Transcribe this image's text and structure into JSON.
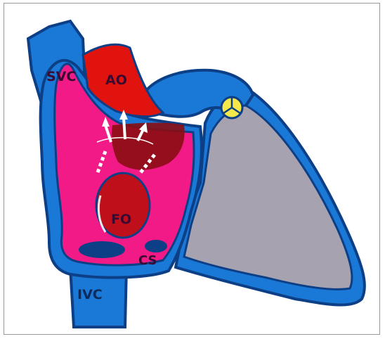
{
  "labels": {
    "svc": "SVC",
    "ao": "AO",
    "fo": "FO",
    "cs": "CS",
    "ivc": "IVC"
  },
  "colors": {
    "outline": "#0d3f86",
    "vessel_blue": "#1a78d6",
    "right_atrium_pink": "#f21a86",
    "aorta_red": "#e0130f",
    "dark_red": "#8a0d12",
    "ventricle_gray": "#a6a2b0",
    "valve_yellow": "#f5e84a",
    "label_text": "#3a0a30",
    "arrow_white": "#ffffff"
  }
}
